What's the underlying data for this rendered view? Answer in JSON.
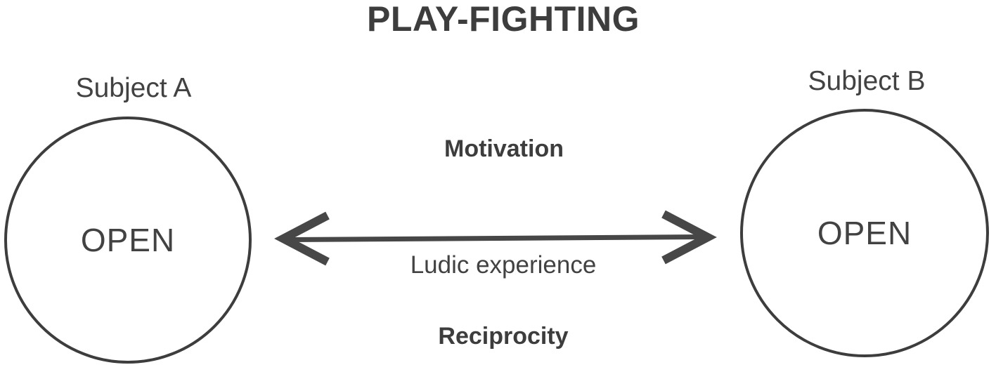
{
  "title": "PLAY-FIGHTING",
  "subject_a": {
    "label": "Subject A",
    "state": "OPEN"
  },
  "subject_b": {
    "label": "Subject B",
    "state": "OPEN"
  },
  "relation": {
    "label_above_arrow": "Motivation",
    "label_below_arrow": "Ludic experience",
    "label_bottom": "Reciprocity",
    "arrow_type": "double-headed"
  },
  "colors": {
    "ink": "#3d3d3d",
    "text": "#424242",
    "arrow": "#474747",
    "background": "#ffffff"
  }
}
